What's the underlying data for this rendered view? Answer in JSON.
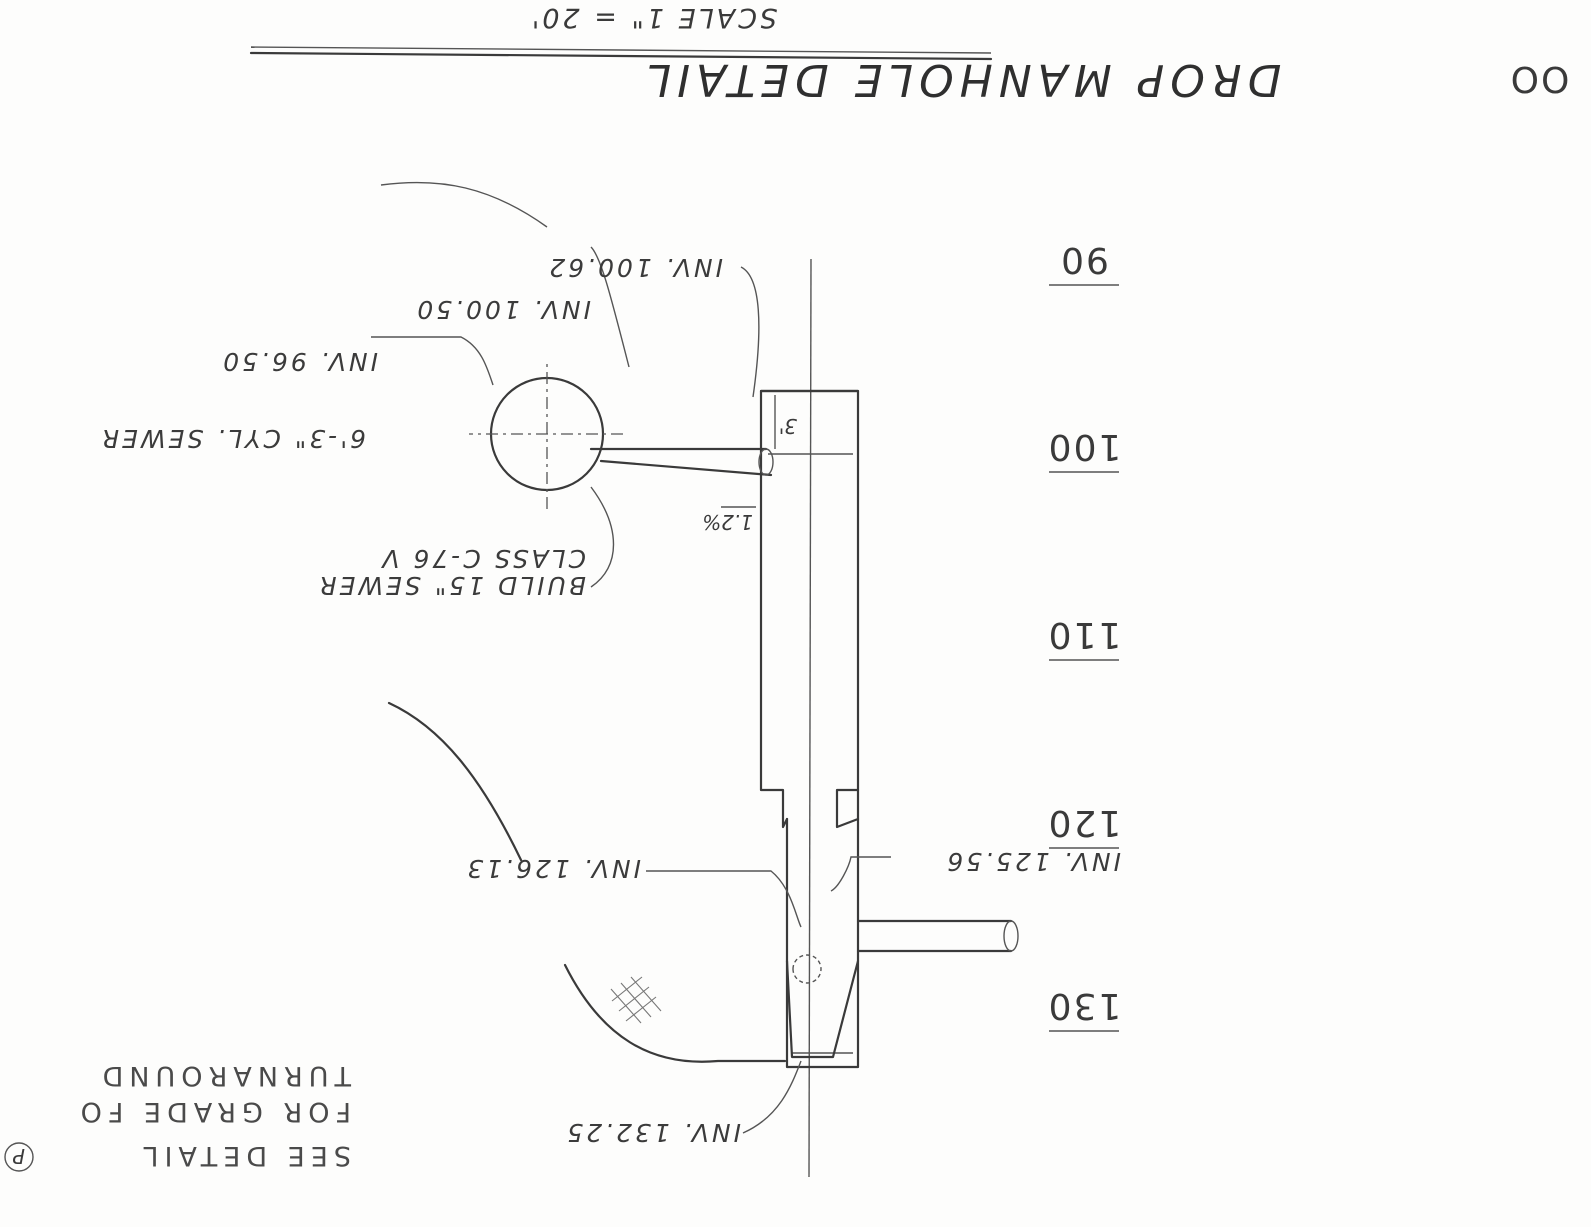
{
  "drawing": {
    "title": "DROP MANHOLE DETAIL",
    "scale": "SCALE 1\" = 20'",
    "corner_mark": "OO"
  },
  "elevations": [
    "90",
    "100",
    "110",
    "120",
    "130"
  ],
  "labels": {
    "inv_100_62": "INV. 100.62",
    "inv_100_50": "INV. 100.50",
    "inv_96_50": "INV. 96.50",
    "cyl_sewer": "6'-3\" CYL. SEWER",
    "slope": "1.2%",
    "drop_3": "3'",
    "build_line1": "BUILD 15\" SEWER",
    "build_line2": "CLASS C-76 V",
    "inv_125_56": "INV. 125.56",
    "inv_126_13": "INV. 126.13",
    "inv_132_25": "INV. 132.25"
  },
  "note": {
    "line1": "SEE DETAIL",
    "line1_marker": "P",
    "line2": "FOR GRADE FO",
    "line3": "TURNAROUND"
  }
}
